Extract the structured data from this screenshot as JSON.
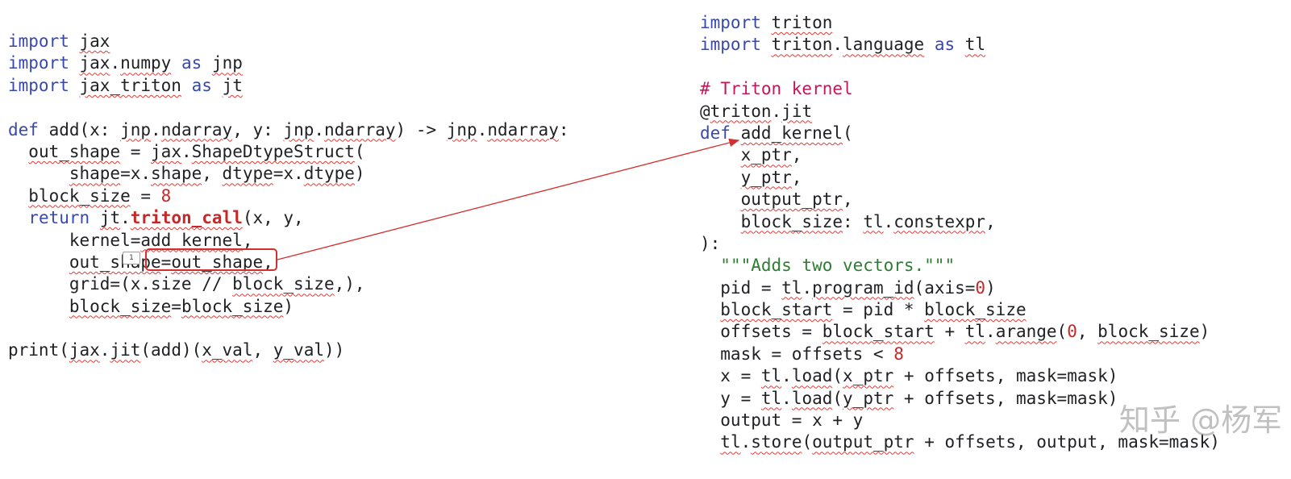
{
  "left_code": {
    "lines": [
      "import jax",
      "import jax.numpy as jnp",
      "import jax_triton as jt",
      "",
      "def add(x: jnp.ndarray, y: jnp.ndarray) -> jnp.ndarray:",
      "  out_shape = jax.ShapeDtypeStruct(",
      "      shape=x.shape, dtype=x.dtype)",
      "  block_size = 8",
      "  return jt.triton_call(x, y,",
      "      kernel=add_kernel,",
      "      out_shape=out_shape,",
      "      grid=(x.size // block_size,),",
      "      block_size=block_size)",
      "",
      "print(jax.jit(add)(x_val, y_val))"
    ]
  },
  "right_code": {
    "lines": [
      "import triton",
      "import triton.language as tl",
      "",
      "# Triton kernel",
      "@triton.jit",
      "def add_kernel(",
      "    x_ptr,",
      "    y_ptr,",
      "    output_ptr,",
      "    block_size: tl.constexpr,",
      "):",
      "  \"\"\"Adds two vectors.\"\"\"",
      "  pid = tl.program_id(axis=0)",
      "  block_start = pid * block_size",
      "  offsets = block_start + tl.arange(0, block_size)",
      "  mask = offsets < 8",
      "  x = tl.load(x_ptr + offsets, mask=mask)",
      "  y = tl.load(y_ptr + offsets, mask=mask)",
      "  output = x + y",
      "  tl.store(output_ptr + offsets, output, mask=mask)"
    ]
  },
  "annotations": {
    "comment_marker": "1",
    "arrow_color": "#d32f2f",
    "highlight_color": "#d32f2f"
  },
  "colors": {
    "keyword": "#3949ab",
    "comment": "#c2185b",
    "number": "#c62828",
    "string": "#2e7d32",
    "highlight": "#c62828"
  },
  "watermark": "知乎 @杨军"
}
